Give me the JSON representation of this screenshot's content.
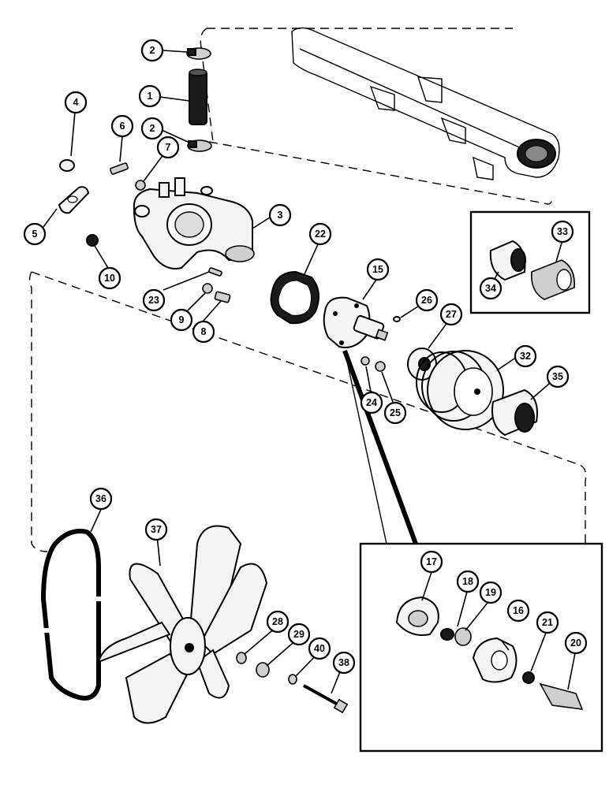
{
  "callouts": [
    {
      "id": "c1",
      "label": "1"
    },
    {
      "id": "c2a",
      "label": "2"
    },
    {
      "id": "c2b",
      "label": "2"
    },
    {
      "id": "c3",
      "label": "3"
    },
    {
      "id": "c4",
      "label": "4"
    },
    {
      "id": "c5",
      "label": "5"
    },
    {
      "id": "c6",
      "label": "6"
    },
    {
      "id": "c7",
      "label": "7"
    },
    {
      "id": "c8",
      "label": "8"
    },
    {
      "id": "c9",
      "label": "9"
    },
    {
      "id": "c10",
      "label": "10"
    },
    {
      "id": "c15",
      "label": "15"
    },
    {
      "id": "c16",
      "label": "16"
    },
    {
      "id": "c17",
      "label": "17"
    },
    {
      "id": "c18",
      "label": "18"
    },
    {
      "id": "c19",
      "label": "19"
    },
    {
      "id": "c20",
      "label": "20"
    },
    {
      "id": "c21",
      "label": "21"
    },
    {
      "id": "c22",
      "label": "22"
    },
    {
      "id": "c23",
      "label": "23"
    },
    {
      "id": "c24",
      "label": "24"
    },
    {
      "id": "c25",
      "label": "25"
    },
    {
      "id": "c26",
      "label": "26"
    },
    {
      "id": "c27",
      "label": "27"
    },
    {
      "id": "c28",
      "label": "28"
    },
    {
      "id": "c29",
      "label": "29"
    },
    {
      "id": "c32",
      "label": "32"
    },
    {
      "id": "c33",
      "label": "33"
    },
    {
      "id": "c34",
      "label": "34"
    },
    {
      "id": "c35",
      "label": "35"
    },
    {
      "id": "c36",
      "label": "36"
    },
    {
      "id": "c37",
      "label": "37"
    },
    {
      "id": "c38",
      "label": "38"
    },
    {
      "id": "c40",
      "label": "40"
    }
  ]
}
